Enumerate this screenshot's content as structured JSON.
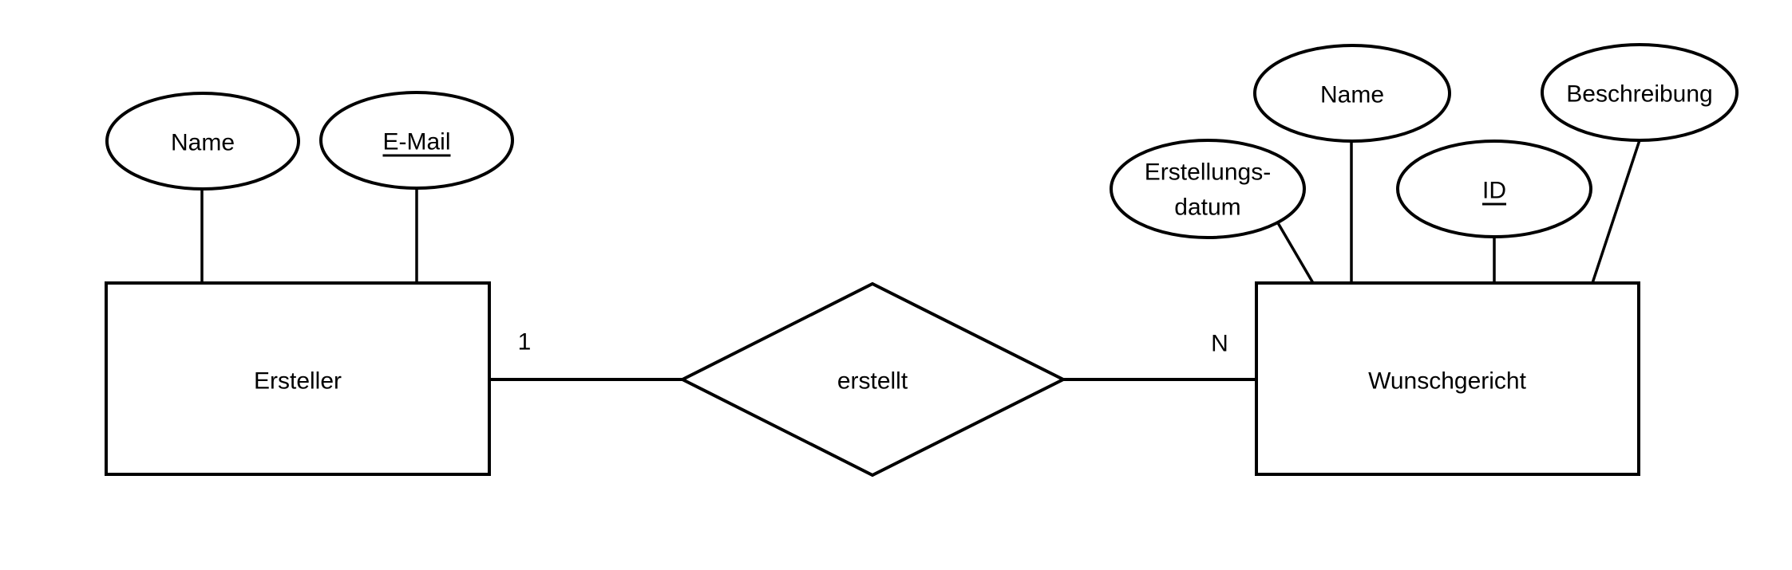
{
  "diagram": {
    "type": "entity-relationship-diagram",
    "background_color": "#ffffff",
    "stroke_color": "#000000",
    "entities": {
      "ersteller": {
        "label": "Ersteller",
        "shape": "rectangle",
        "attributes": {
          "name": {
            "label": "Name",
            "is_key": false
          },
          "email": {
            "label": "E-Mail",
            "is_key": true
          }
        }
      },
      "wunschgericht": {
        "label": "Wunschgericht",
        "shape": "rectangle",
        "attributes": {
          "erstellungsdatum": {
            "label_line1": "Erstellungs-",
            "label_line2": "datum",
            "is_key": false
          },
          "name": {
            "label": "Name",
            "is_key": false
          },
          "id": {
            "label": "ID",
            "is_key": true
          },
          "beschreibung": {
            "label": "Beschreibung",
            "is_key": false
          }
        }
      }
    },
    "relationship": {
      "label": "erstellt",
      "shape": "diamond",
      "cardinality_left": "1",
      "cardinality_right": "N"
    }
  }
}
